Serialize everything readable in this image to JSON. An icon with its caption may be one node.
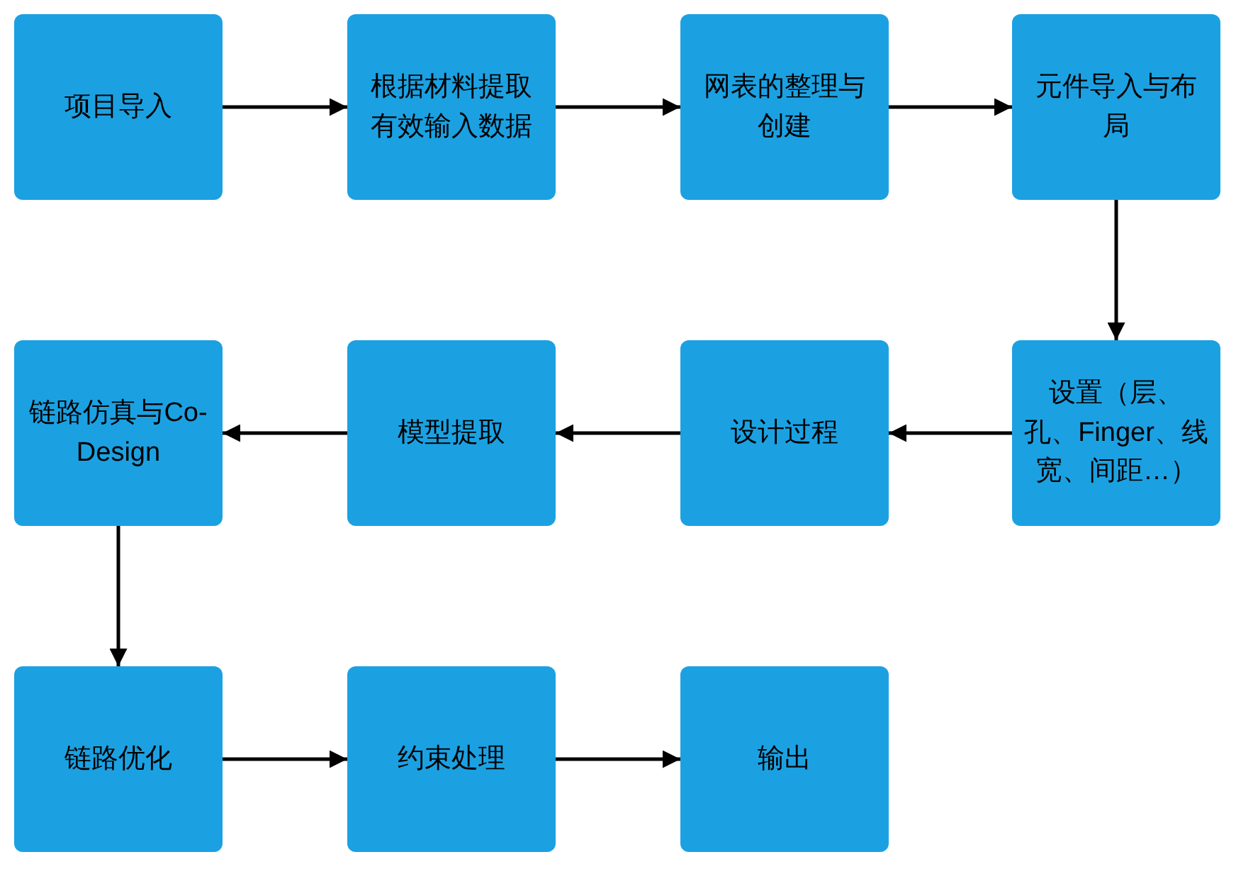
{
  "diagram": {
    "nodes": [
      {
        "text": [
          "项目导入"
        ]
      },
      {
        "text": [
          "根据材料提取有效输入数据"
        ]
      },
      {
        "text": [
          "网表的整理与创建"
        ]
      },
      {
        "text": [
          "元件导入与布局"
        ]
      },
      {
        "text": [
          "设置（层、孔、Finger、线宽、间距…）"
        ]
      },
      {
        "text": [
          "设计过程"
        ]
      },
      {
        "text": [
          "模型提取"
        ]
      },
      {
        "text": [
          "链路仿真与Co-Design"
        ]
      },
      {
        "text": [
          "链路优化"
        ]
      },
      {
        "text": [
          "约束处理"
        ]
      },
      {
        "text": [
          "输出"
        ]
      }
    ],
    "edges": [
      {
        "from": 0,
        "to": 1,
        "arrow": "to"
      },
      {
        "from": 1,
        "to": 2,
        "arrow": "to"
      },
      {
        "from": 2,
        "to": 3,
        "arrow": "to"
      },
      {
        "from": 3,
        "to": 4,
        "arrow": "to"
      },
      {
        "from": 4,
        "to": 5,
        "arrow": "to"
      },
      {
        "from": 5,
        "to": 6,
        "arrow": "to"
      },
      {
        "from": 6,
        "to": 7,
        "arrow": "to"
      },
      {
        "from": 7,
        "to": 8,
        "arrow": "to"
      },
      {
        "from": 8,
        "to": 9,
        "arrow": "to"
      },
      {
        "from": 9,
        "to": 10,
        "arrow": "to"
      }
    ]
  }
}
